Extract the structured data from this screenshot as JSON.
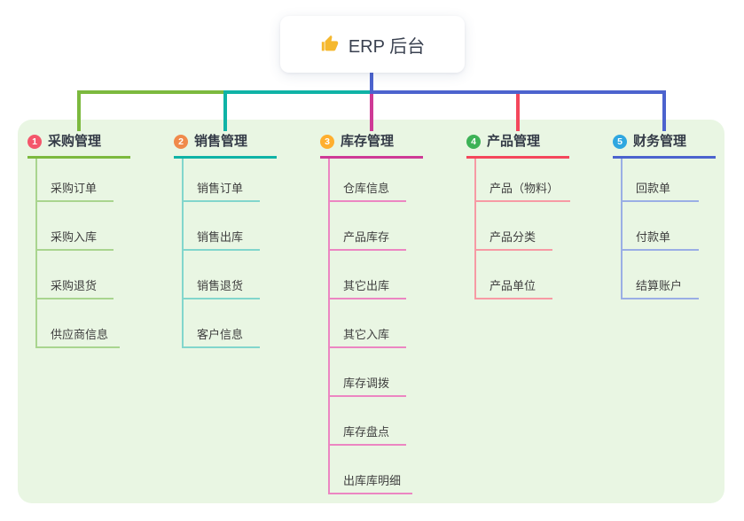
{
  "canvas": {
    "background": "#E9F6E3"
  },
  "root": {
    "label": "ERP 后台",
    "icon": "thumbs-up-icon",
    "icon_color": "#F5B82E",
    "stem_color": "#4C63CE"
  },
  "branches": [
    {
      "badge": "1",
      "label": "采购管理",
      "badge_color": "#F4566B",
      "line": "#7CB93E",
      "line_pale": "#A9D58F",
      "children": [
        {
          "label": "采购订单"
        },
        {
          "label": "采购入库"
        },
        {
          "label": "采购退货"
        },
        {
          "label": "供应商信息"
        }
      ]
    },
    {
      "badge": "2",
      "label": "销售管理",
      "badge_color": "#F08A4B",
      "line": "#0FB3A6",
      "line_pale": "#82D6CC",
      "children": [
        {
          "label": "销售订单"
        },
        {
          "label": "销售出库"
        },
        {
          "label": "销售退货"
        },
        {
          "label": "客户信息"
        }
      ]
    },
    {
      "badge": "3",
      "label": "库存管理",
      "badge_color": "#FFAF2E",
      "line": "#CE3A96",
      "line_pale": "#EC86C2",
      "children": [
        {
          "label": "仓库信息"
        },
        {
          "label": "产品库存"
        },
        {
          "label": "其它出库"
        },
        {
          "label": "其它入库"
        },
        {
          "label": "库存调拨"
        },
        {
          "label": "库存盘点"
        },
        {
          "label": "出库库明细"
        }
      ]
    },
    {
      "badge": "4",
      "label": "产品管理",
      "badge_color": "#3DB257",
      "line": "#F4475C",
      "line_pale": "#F79AA4",
      "children": [
        {
          "label": "产品（物料）"
        },
        {
          "label": "产品分类"
        },
        {
          "label": "产品单位"
        }
      ]
    },
    {
      "badge": "5",
      "label": "财务管理",
      "badge_color": "#2FA7E0",
      "line": "#4C63CE",
      "line_pale": "#9AAEE5",
      "children": [
        {
          "label": "回款单"
        },
        {
          "label": "付款单"
        },
        {
          "label": "结算账户"
        }
      ]
    }
  ]
}
